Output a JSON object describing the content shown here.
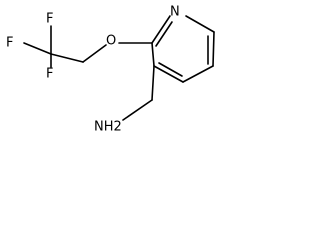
{
  "molecule": {
    "atom_labels": {
      "f_top": "F",
      "f_left": "F",
      "f_bottom": "F",
      "oxygen": "O",
      "nitrogen": "N",
      "amine": "NH2"
    },
    "colors": {
      "bond": "#000000",
      "label": "#000000",
      "background": "#ffffff"
    }
  }
}
